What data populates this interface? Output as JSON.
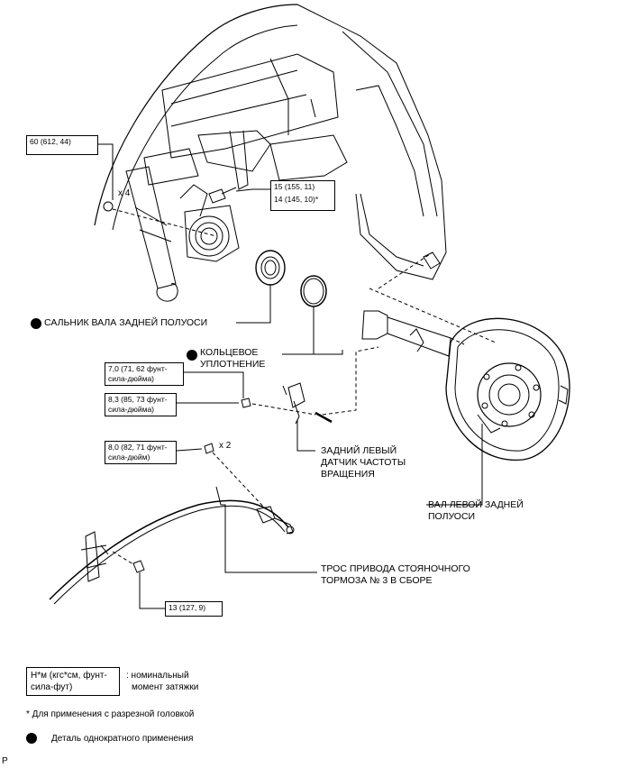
{
  "torque": {
    "t1": {
      "line1": "60 (612, 44)"
    },
    "t2": {
      "line1": "15 (155, 11)",
      "line2": "14 (145, 10)*"
    },
    "t3": {
      "line1": "7,0 (71, 62 фунт-",
      "line2": "сила-дюйма)"
    },
    "t4": {
      "line1": "8,3 (85, 73 фунт-",
      "line2": "сила-дюйма)"
    },
    "t5": {
      "line1": "8,0 (82, 71 фунт-",
      "line2": "сила-дюйм)"
    },
    "t6": {
      "line1": "13 (127, 9)"
    }
  },
  "multipliers": {
    "x4": "x 4",
    "x2": "x 2"
  },
  "parts": {
    "oil_seal": "САЛЬНИК ВАЛА ЗАДНЕЙ ПОЛУОСИ",
    "o_ring_1": "КОЛЬЦЕВОЕ",
    "o_ring_2": "УПЛОТНЕНИЕ",
    "speed_sensor_1": "ЗАДНИЙ ЛЕВЫЙ",
    "speed_sensor_2": "ДАТЧИК ЧАСТОТЫ",
    "speed_sensor_3": "ВРАЩЕНИЯ",
    "axle_shaft_1": "ВАЛ ЛЕВОЙ ЗАДНЕЙ",
    "axle_shaft_2": "ПОЛУОСИ",
    "cable_1": "ТРОС ПРИВОДА СТОЯНОЧНОГО",
    "cable_2": "ТОРМОЗА № 3 В СБОРЕ"
  },
  "legend": {
    "unit_box_1": "Н*м (кгс*см, фунт-",
    "unit_box_2": "сила-фут)",
    "unit_desc_1": ": номинальный",
    "unit_desc_2": "момент затяжки",
    "note": "* Для применения с разрезной головкой",
    "single_use": "Деталь однократного применения"
  },
  "corner_mark": "P"
}
